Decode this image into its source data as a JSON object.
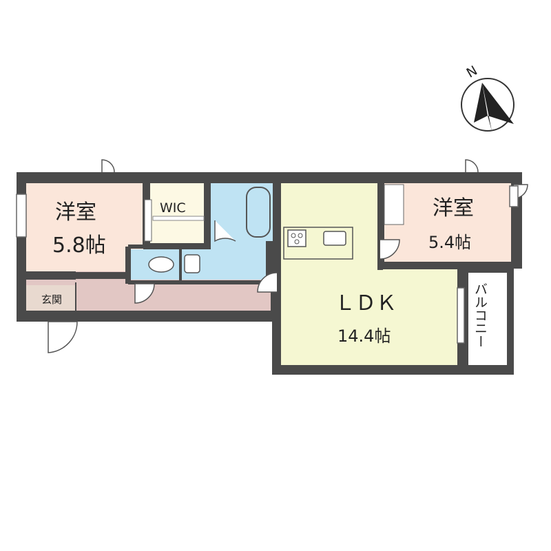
{
  "compass": {
    "label": "N",
    "icon": "north-arrow-icon"
  },
  "rooms": {
    "bedroom_west": {
      "name": "洋室",
      "size": "5.8帖"
    },
    "wic": {
      "name": "WIC"
    },
    "bedroom_east": {
      "name": "洋室",
      "size": "5.4帖"
    },
    "ldk": {
      "name": "ＬＤＫ",
      "size": "14.4帖"
    },
    "entrance": {
      "name": "玄関"
    },
    "balcony": {
      "name": "バルコニー"
    }
  },
  "colors": {
    "wall": "#4a4a4a",
    "bedroom": "#fbe6da",
    "ldk": "#f5f7d2",
    "water": "#bfe3f3",
    "hallway": "#e2c7c4",
    "wic": "#fdf9e4",
    "balcony": "#ffffff"
  }
}
